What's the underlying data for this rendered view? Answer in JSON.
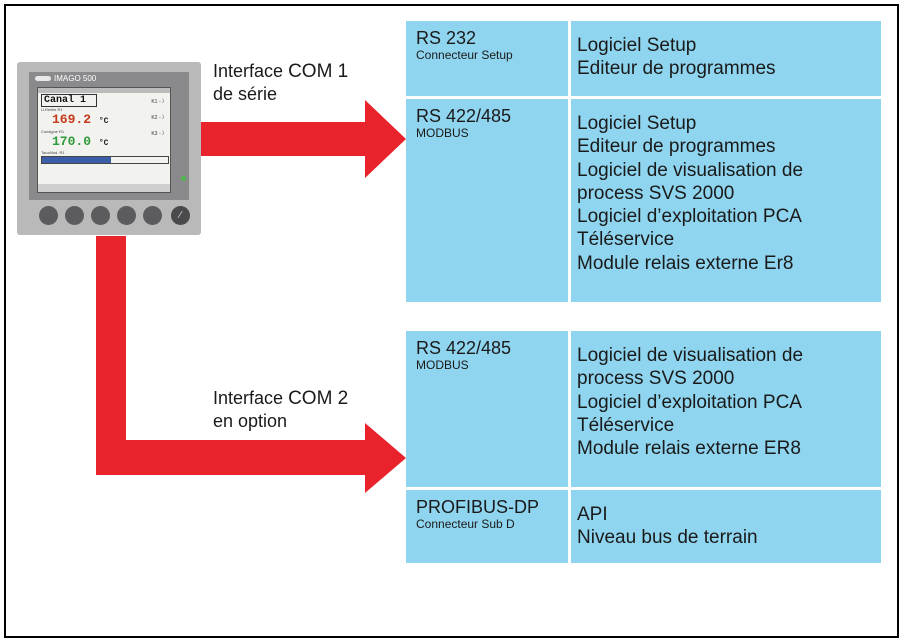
{
  "device": {
    "brand": "IMAGO 500",
    "channel": "Canal 1",
    "label1": "U.Réelle R1",
    "value1": "169.2",
    "label2": "Consigne R1",
    "value2": "170.0",
    "unit": "°C",
    "label3": "TauxMod. R1"
  },
  "com1": {
    "line1a": "Interface",
    "line1b": "COM 1",
    "line2": "de série"
  },
  "com2": {
    "line1a": "Interface",
    "line1b": "COM 2",
    "line2": "en option"
  },
  "table1": [
    {
      "interface": "RS 232",
      "sub": "Connecteur Setup",
      "items": [
        "Logiciel Setup",
        "Editeur de programmes"
      ]
    },
    {
      "interface": "RS 422/485",
      "sub": "MODBUS",
      "items": [
        "Logiciel Setup",
        "Editeur de programmes",
        "Logiciel de visualisation de",
        "process SVS 2000",
        "Logiciel d’exploitation PCA",
        "Téléservice",
        "Module relais externe Er8"
      ]
    }
  ],
  "table2": [
    {
      "interface": "RS 422/485",
      "sub": "MODBUS",
      "items": [
        "Logiciel de visualisation de",
        "process SVS 2000",
        "Logiciel d’exploitation PCA",
        "Téléservice",
        "Module relais externe ER8"
      ]
    },
    {
      "interface": "PROFIBUS-DP",
      "sub": "Connecteur Sub D",
      "items": [
        "API",
        "Niveau bus de terrain"
      ]
    }
  ],
  "colors": {
    "arrow": "#e8232c",
    "cell": "#8fd5ef"
  }
}
